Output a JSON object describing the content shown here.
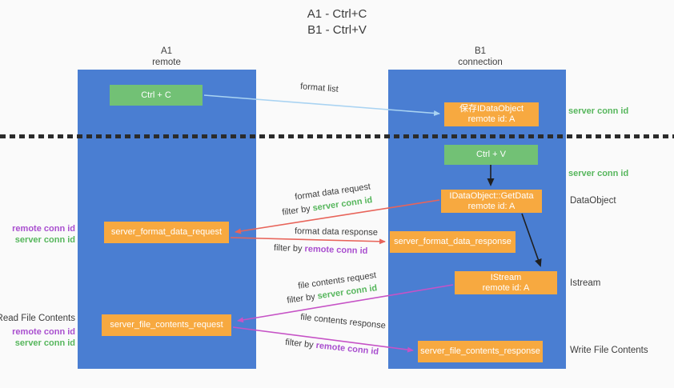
{
  "title": {
    "line1": "A1 - Ctrl+C",
    "line2": "B1 - Ctrl+V"
  },
  "columns": {
    "left": {
      "name": "A1",
      "subtitle": "remote"
    },
    "right": {
      "name": "B1",
      "subtitle": "connection"
    }
  },
  "nodes": {
    "ctrl_c": "Ctrl + C",
    "ctrl_v": "Ctrl + V",
    "save_dataobject": {
      "line1": "保存IDataObject",
      "line2": "remote id: A"
    },
    "getdata": {
      "line1": "IDataObject::GetData",
      "line2": "remote id: A"
    },
    "istream": {
      "line1": "IStream",
      "line2": "remote id: A"
    },
    "format_request": "server_format_data_request",
    "format_response": "server_format_data_response",
    "file_request": "server_file_contents_request",
    "file_response": "server_file_contents_response"
  },
  "arrow_labels": {
    "format_list": "format list",
    "format_data_request": "format data request",
    "format_data_response": "format data response",
    "file_contents_request": "file contents request",
    "file_contents_response": "file contents response",
    "filter_by": "filter by ",
    "server_conn_id": "server conn id",
    "remote_conn_id": "remote conn id"
  },
  "side_labels": {
    "server_conn_id_top": "server conn id",
    "server_conn_id_mid": "server conn id",
    "dataobject": "DataObject",
    "istream": "Istream",
    "write_file_contents": "Write File Contents",
    "read_file_contents": "Read File Contents",
    "remote_conn_id": "remote conn id",
    "server_conn_id": "server conn id"
  },
  "colors": {
    "column_blue": "#4a7ed2",
    "node_orange": "#f7a940",
    "node_green": "#72c175",
    "arrow_light_blue": "#a9d3f2",
    "arrow_red": "#e8645a",
    "arrow_magenta": "#c653c6",
    "arrow_black": "#1f1f1f",
    "text_green": "#56b65c",
    "text_purple": "#a94fcf",
    "text_dark": "#3c3c3c"
  }
}
